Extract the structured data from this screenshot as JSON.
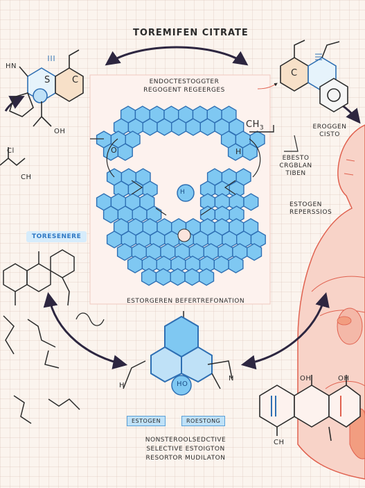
{
  "title": "TOREMIFEN CITRATE",
  "center_label_top": [
    "ENDOCTESTOGGTER",
    "REGOGENT REGEERGES"
  ],
  "right_labels": {
    "ch": "CH",
    "ch_sub": "3",
    "erogen": [
      "EROGGEN",
      "CISTO"
    ],
    "ebesto": [
      "EBESTO",
      "CRGBLAN",
      "TIBEN"
    ],
    "estogen": [
      "ESTOGEN",
      "REPERSSIOS"
    ]
  },
  "left_tag": "TORESENERE",
  "mid_label": "ESTORGEREN BEFERTREFONATION",
  "pills": [
    "ESTOGEN",
    "ROESTONG"
  ],
  "bottom_caption": [
    "NONSTEROOLSEDCTIVE",
    "SELECTIVE ESTOIGTON",
    "RESORTOR MUDILATON"
  ],
  "atoms": {
    "hn": "HN",
    "s": "S",
    "c": "C",
    "o": "O",
    "oh": "OH",
    "cl": "Cl",
    "h": "H",
    "ho": "HO",
    "n": "N"
  },
  "colors": {
    "ink": "#2b2b2b",
    "hex_fill": "#7fc8f2",
    "hex_stroke": "#2e6fb3",
    "accent_red": "#e0614f",
    "body_pink": "#f4b8a8",
    "arrow": "#2d2640"
  }
}
